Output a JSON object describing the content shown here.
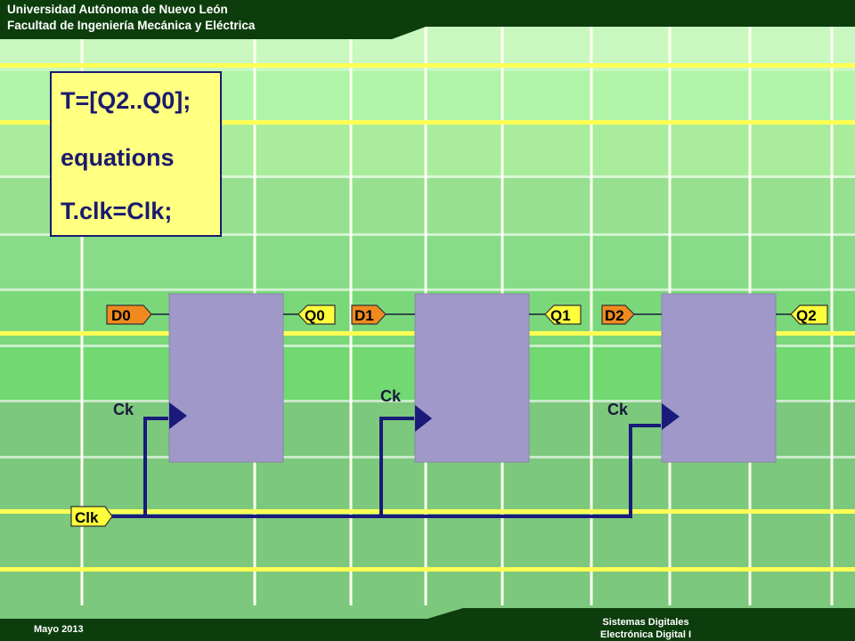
{
  "header": {
    "university": "Universidad Autónoma de Nuevo León",
    "faculty": "Facultad de Ingeniería Mecánica y Eléctrica"
  },
  "code": {
    "lines": [
      "T=[Q2..Q0];",
      "equations",
      "T.clk=Clk;"
    ]
  },
  "flip_flops": [
    {
      "input": "D0",
      "output": "Q0",
      "clock": "Ck"
    },
    {
      "input": "D1",
      "output": "Q1",
      "clock": "Ck"
    },
    {
      "input": "D2",
      "output": "Q2",
      "clock": "Ck"
    }
  ],
  "clock_signal": "Clk",
  "footer": {
    "date": "Mayo 2013",
    "course_line1": "Sistemas Digitales",
    "course_line2": "Electrónica Digital I"
  },
  "colors": {
    "header_bg": "#0d3d0d",
    "flip_flop": "#a098c8",
    "input_pin": "#f08a1e",
    "output_pin": "#ffff3c",
    "clock_pin": "#ffff3c",
    "wire": "#1a1a7a",
    "code_box": "#ffff80",
    "grid_line": "#ffff66"
  }
}
